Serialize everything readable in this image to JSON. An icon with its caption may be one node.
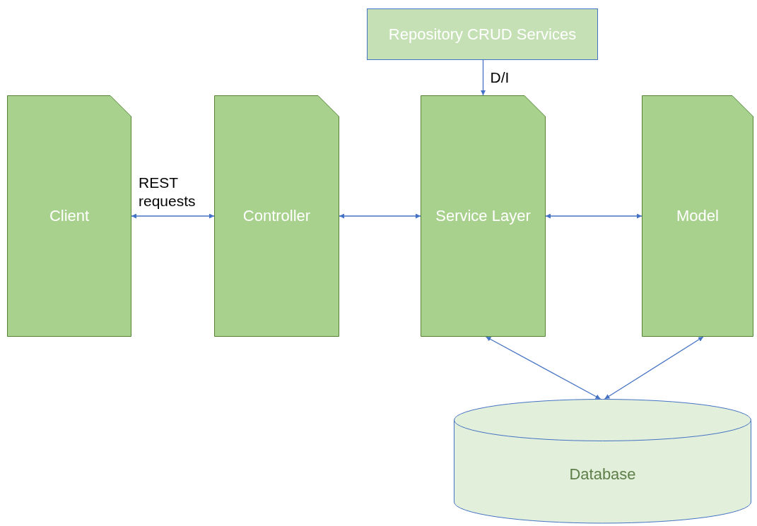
{
  "diagram": {
    "nodes": [
      {
        "text": [
          "Repository CRUD Services"
        ]
      },
      {
        "text": [
          "Client"
        ]
      },
      {
        "text": [
          "Controller"
        ]
      },
      {
        "text": [
          "Service Layer"
        ]
      },
      {
        "text": [
          "Model"
        ]
      },
      {
        "text": [
          "Database"
        ]
      }
    ],
    "edges": [
      {
        "from": 0,
        "to": 3,
        "arrow": "to",
        "label": "D/I"
      },
      {
        "from": 1,
        "to": 2,
        "arrow": "both",
        "label": "REST requests"
      },
      {
        "from": 2,
        "to": 3,
        "arrow": "both"
      },
      {
        "from": 3,
        "to": 4,
        "arrow": "both"
      },
      {
        "from": 3,
        "to": 5,
        "arrow": "both"
      },
      {
        "from": 4,
        "to": 5,
        "arrow": "both"
      }
    ]
  }
}
